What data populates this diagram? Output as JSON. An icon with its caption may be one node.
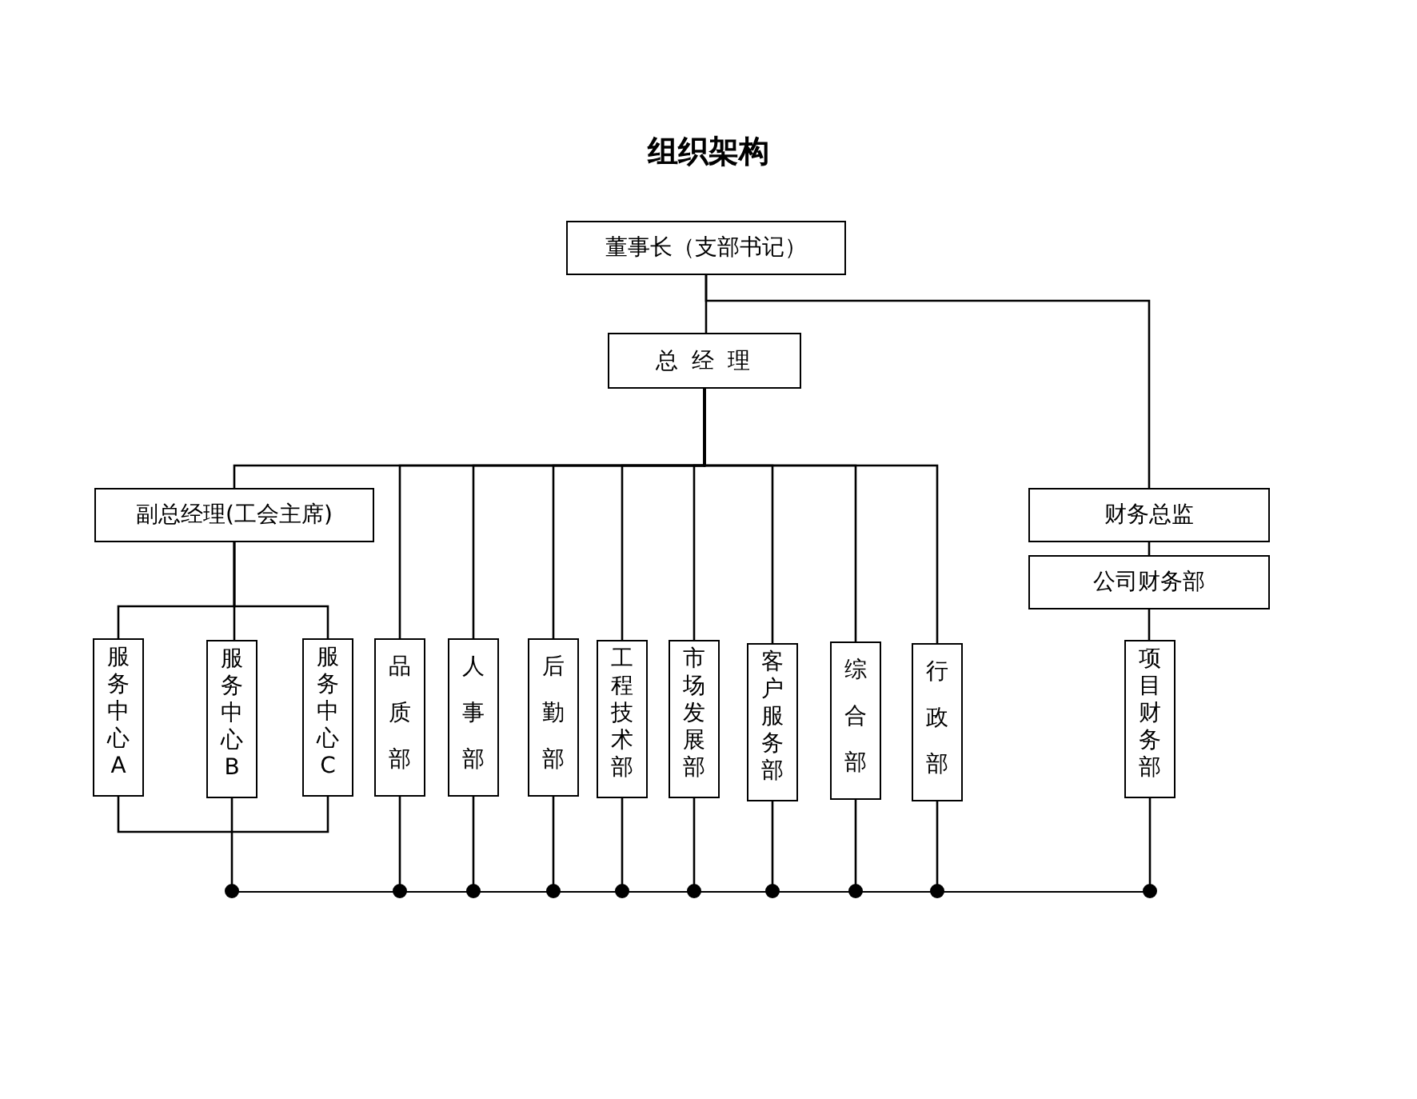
{
  "diagram": {
    "title": "组织架构",
    "nodes": [
      {
        "text": [
          "董事长（支部书记）"
        ]
      },
      {
        "text": [
          "总 经 理"
        ]
      },
      {
        "text": [
          "副总经理(工会主席)"
        ]
      },
      {
        "text": [
          "服务中心A"
        ]
      },
      {
        "text": [
          "服务中心B"
        ]
      },
      {
        "text": [
          "服务中心C"
        ]
      },
      {
        "text": [
          "品质部"
        ]
      },
      {
        "text": [
          "人事部"
        ]
      },
      {
        "text": [
          "后勤部"
        ]
      },
      {
        "text": [
          "工程技术部"
        ]
      },
      {
        "text": [
          "市场发展部"
        ]
      },
      {
        "text": [
          "客户服务部"
        ]
      },
      {
        "text": [
          "综合部"
        ]
      },
      {
        "text": [
          "行政部"
        ]
      },
      {
        "text": [
          "财务总监"
        ]
      },
      {
        "text": [
          "公司财务部"
        ]
      },
      {
        "text": [
          "项目财务部"
        ]
      },
      {
        "text": [],
        "shape": "bar"
      }
    ],
    "edges": [
      {
        "from": 0,
        "to": 1,
        "arrow": "none"
      },
      {
        "from": 0,
        "to": 14,
        "arrow": "none"
      },
      {
        "from": 1,
        "to": 2,
        "arrow": "none"
      },
      {
        "from": 1,
        "to": 6,
        "arrow": "none"
      },
      {
        "from": 1,
        "to": 7,
        "arrow": "none"
      },
      {
        "from": 1,
        "to": 8,
        "arrow": "none"
      },
      {
        "from": 1,
        "to": 9,
        "arrow": "none"
      },
      {
        "from": 1,
        "to": 10,
        "arrow": "none"
      },
      {
        "from": 1,
        "to": 11,
        "arrow": "none"
      },
      {
        "from": 1,
        "to": 12,
        "arrow": "none"
      },
      {
        "from": 1,
        "to": 13,
        "arrow": "none"
      },
      {
        "from": 2,
        "to": 3,
        "arrow": "none"
      },
      {
        "from": 2,
        "to": 4,
        "arrow": "none"
      },
      {
        "from": 2,
        "to": 5,
        "arrow": "none"
      },
      {
        "from": 3,
        "to": 5,
        "arrow": "none"
      },
      {
        "from": 14,
        "to": 15,
        "arrow": "none"
      },
      {
        "from": 15,
        "to": 16,
        "arrow": "none"
      },
      {
        "from": 4,
        "to": 17,
        "arrow": "other"
      },
      {
        "from": 6,
        "to": 17,
        "arrow": "other"
      },
      {
        "from": 7,
        "to": 17,
        "arrow": "other"
      },
      {
        "from": 8,
        "to": 17,
        "arrow": "other"
      },
      {
        "from": 9,
        "to": 17,
        "arrow": "other"
      },
      {
        "from": 10,
        "to": 17,
        "arrow": "other"
      },
      {
        "from": 11,
        "to": 17,
        "arrow": "other"
      },
      {
        "from": 12,
        "to": 17,
        "arrow": "other"
      },
      {
        "from": 13,
        "to": 17,
        "arrow": "other"
      },
      {
        "from": 16,
        "to": 17,
        "arrow": "other"
      }
    ]
  }
}
